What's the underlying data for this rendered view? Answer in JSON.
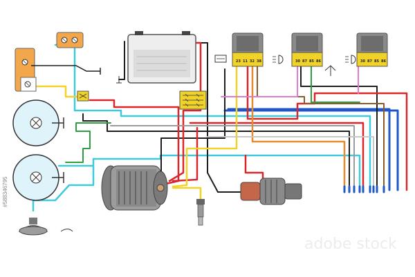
{
  "diagram": {
    "relays": [
      {
        "pins": [
          "23",
          "11",
          "32",
          "38"
        ]
      },
      {
        "pins": [
          "30",
          "87",
          "85",
          "86"
        ]
      },
      {
        "pins": [
          "30",
          "87",
          "85",
          "86"
        ]
      }
    ],
    "watermark": "adobe stock",
    "stock_id": "#588346795",
    "colors": {
      "red": "#d8262b",
      "black": "#1d1d1d",
      "cyan": "#3ec9dd",
      "blue": "#1f57c9",
      "yellow": "#f0d228",
      "green": "#2f9e3e",
      "orange": "#e8892b",
      "brown": "#8b5a2b",
      "pink": "#e07ad1",
      "grey": "#9a9a9a"
    },
    "components": [
      "battery",
      "generator",
      "starter",
      "horn",
      "oil-pressure-sensor",
      "headlight-left",
      "headlight-right",
      "lamp-socket-top",
      "lamp-socket-left",
      "fuse-block",
      "connector-yellow",
      "relay-1",
      "relay-2",
      "relay-3",
      "switch"
    ]
  }
}
